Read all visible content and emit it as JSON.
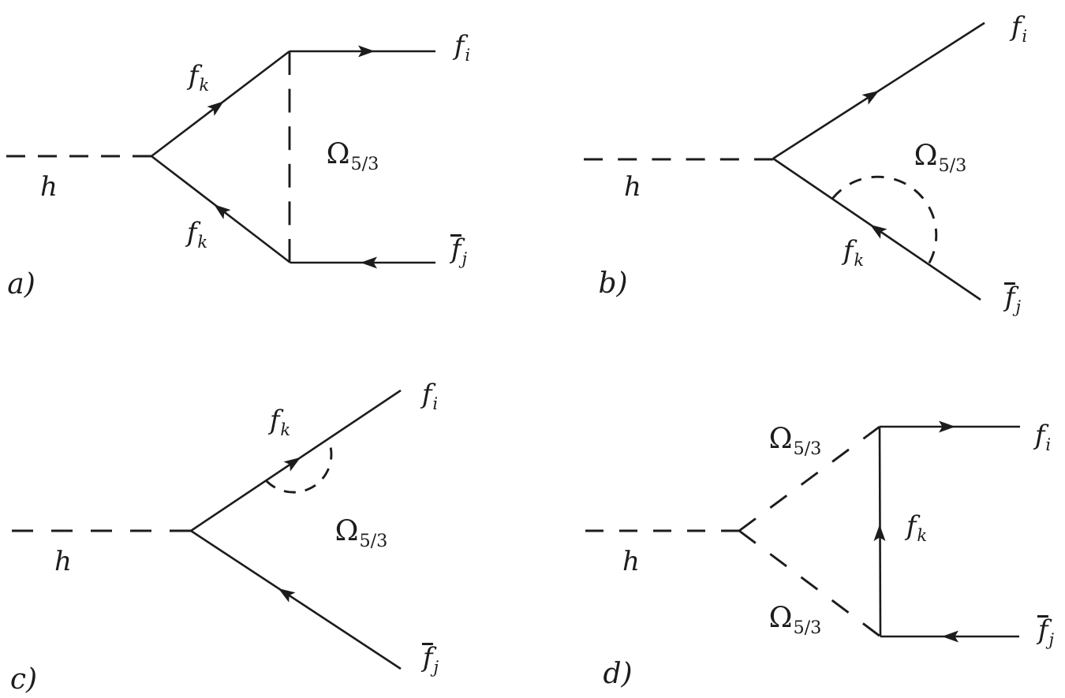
{
  "figure": {
    "type": "feynman-diagrams",
    "description": "Four Feynman diagrams for Higgs decay h to fermion pair with Omega_5/3 scalar loop corrections",
    "line_color": "#1c1c1c",
    "background": "#ffffff",
    "panels": {
      "a": {
        "letter": {
          "main": "a)"
        },
        "higgs": {
          "main": "h"
        },
        "fk_upper": {
          "main": "f",
          "sub": "k"
        },
        "fk_lower": {
          "main": "f",
          "sub": "k"
        },
        "omega": {
          "main": "Ω",
          "sub": "5/3"
        },
        "f_out": {
          "main": "f",
          "sub": "i"
        },
        "fbar_out": {
          "main": "f",
          "sub": "j",
          "bar": true
        }
      },
      "b": {
        "letter": {
          "main": "b)"
        },
        "higgs": {
          "main": "h"
        },
        "fk": {
          "main": "f",
          "sub": "k"
        },
        "omega": {
          "main": "Ω",
          "sub": "5/3"
        },
        "f_out": {
          "main": "f",
          "sub": "i"
        },
        "fbar_out": {
          "main": "f",
          "sub": "j",
          "bar": true
        }
      },
      "c": {
        "letter": {
          "main": "c)"
        },
        "higgs": {
          "main": "h"
        },
        "fk": {
          "main": "f",
          "sub": "k"
        },
        "omega": {
          "main": "Ω",
          "sub": "5/3"
        },
        "f_out": {
          "main": "f",
          "sub": "i"
        },
        "fbar_out": {
          "main": "f",
          "sub": "j",
          "bar": true
        }
      },
      "d": {
        "letter": {
          "main": "d)"
        },
        "higgs": {
          "main": "h"
        },
        "omega_upper": {
          "main": "Ω",
          "sub": "5/3"
        },
        "omega_lower": {
          "main": "Ω",
          "sub": "5/3"
        },
        "fk": {
          "main": "f",
          "sub": "k"
        },
        "f_out": {
          "main": "f",
          "sub": "i"
        },
        "fbar_out": {
          "main": "f",
          "sub": "j",
          "bar": true
        }
      }
    }
  }
}
